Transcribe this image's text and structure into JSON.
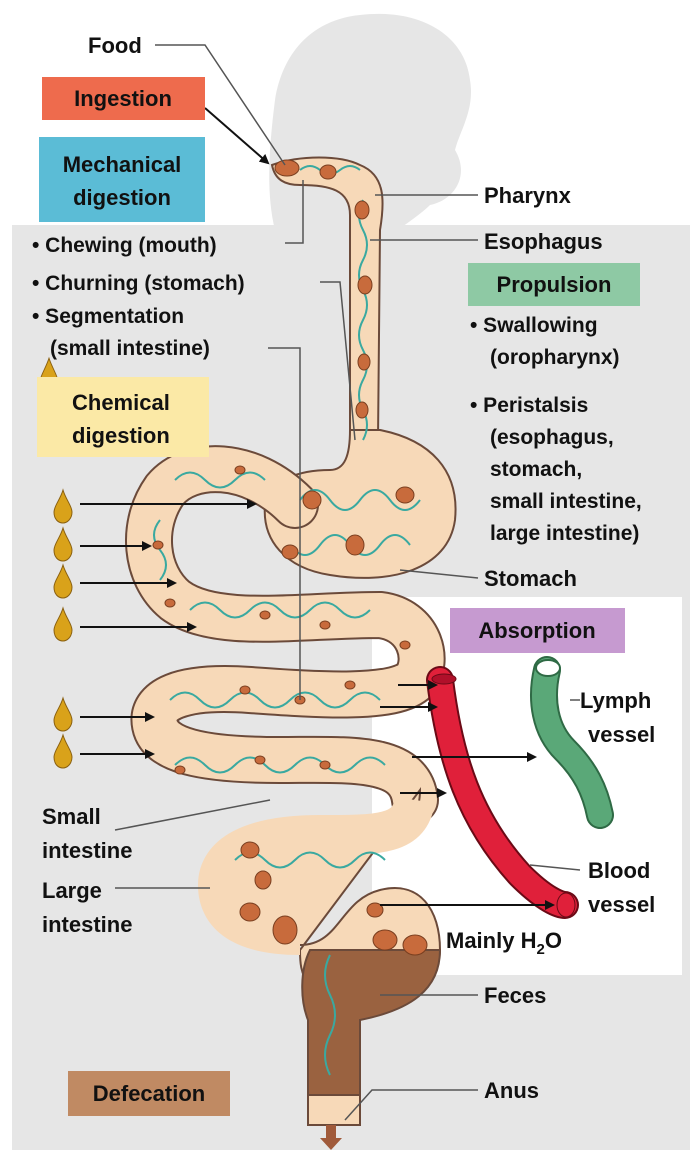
{
  "labels": {
    "food": "Food",
    "pharynx": "Pharynx",
    "esophagus": "Esophagus",
    "stomach": "Stomach",
    "small_intestine": [
      "Small",
      "intestine"
    ],
    "large_intestine": [
      "Large",
      "intestine"
    ],
    "lymph_vessel": [
      "Lymph",
      "vessel"
    ],
    "blood_vessel": [
      "Blood",
      "vessel"
    ],
    "mainly_h2o": {
      "main": "Mainly H",
      "sub": "2",
      "tail": "O"
    },
    "feces": "Feces",
    "anus": "Anus"
  },
  "process_boxes": {
    "ingestion": {
      "lines": [
        "Ingestion"
      ],
      "color": "#ee6b4d"
    },
    "mechanical": {
      "lines": [
        "Mechanical",
        "digestion"
      ],
      "color": "#5bbcd6"
    },
    "chemical": {
      "lines": [
        "Chemical",
        "digestion"
      ],
      "color": "#fbe9a6"
    },
    "propulsion": {
      "lines": [
        "Propulsion"
      ],
      "color": "#8ec9a4"
    },
    "absorption": {
      "lines": [
        "Absorption"
      ],
      "color": "#c69ad0"
    },
    "defecation": {
      "lines": [
        "Defecation"
      ],
      "color": "#c08a63"
    }
  },
  "mechanical_list": [
    "• Chewing (mouth)",
    "• Churning (stomach)",
    "• Segmentation",
    "(small intestine)"
  ],
  "propulsion_list": [
    "• Swallowing",
    "(oropharynx)",
    "• Peristalsis",
    "(esophagus,",
    "stomach,",
    "small intestine,",
    "large intestine)"
  ],
  "colors": {
    "gray_panel": "#e6e6e6",
    "tract_fill": "#f7d9b8",
    "tract_outline": "#6b4a3a",
    "food_particle": "#c86b3c",
    "wave_line": "#3aa9a0",
    "blood": "#e0203a",
    "lymph": "#5aa878",
    "feces": "#9a6240",
    "enzyme_drop": "#d9a21a"
  }
}
